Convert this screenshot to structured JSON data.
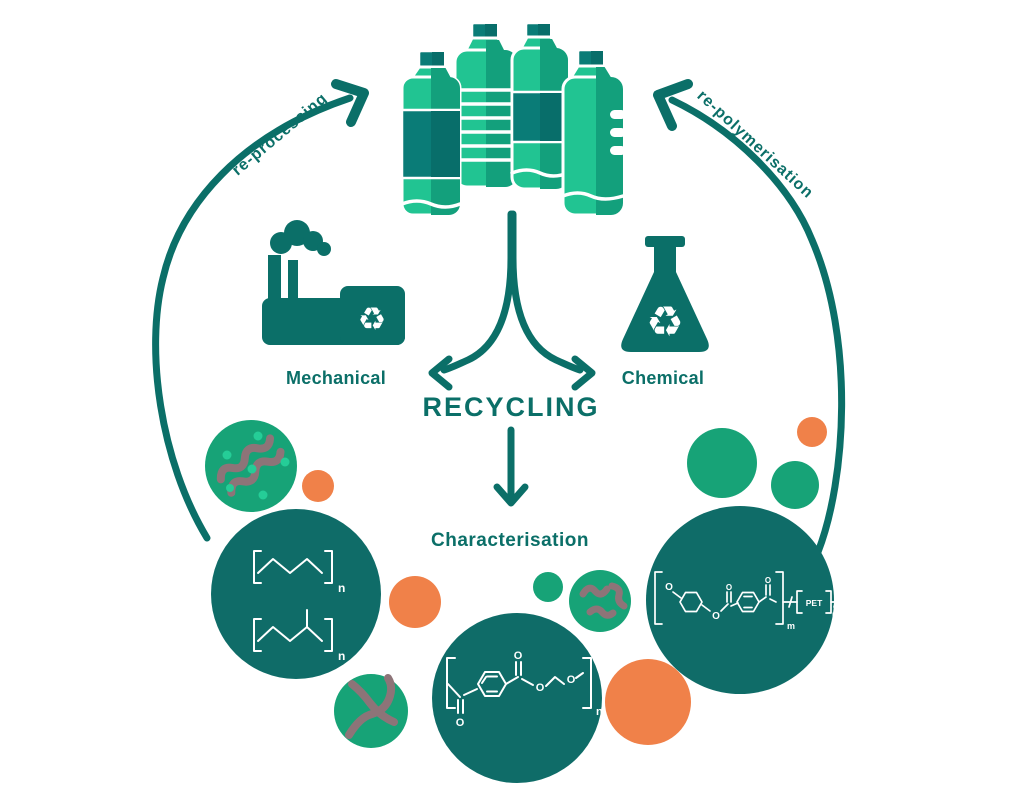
{
  "palette": {
    "teal": "#0B6F68",
    "circle": "#0F6C68",
    "green": "#17A377",
    "lightgreen": "#21C492",
    "bottlemid": "#13A07C",
    "bottleteal": "#0A7C77",
    "bottletealdark": "#086E6A",
    "orange": "#F08149",
    "mauve": "#8D7478",
    "dotgreen": "#25CD97"
  },
  "labels": {
    "reprocessing": "re-processing",
    "repolymerisation": "re-polymerisation",
    "mechanical": "Mechanical",
    "chemical": "Chemical",
    "recycling": "RECYCLING",
    "characterisation": "Characterisation"
  },
  "icons": {
    "recycle": "♻"
  },
  "molecules": {
    "oxygen": "O",
    "pet": "PET",
    "sub_n": "n",
    "sub_m": "m"
  }
}
